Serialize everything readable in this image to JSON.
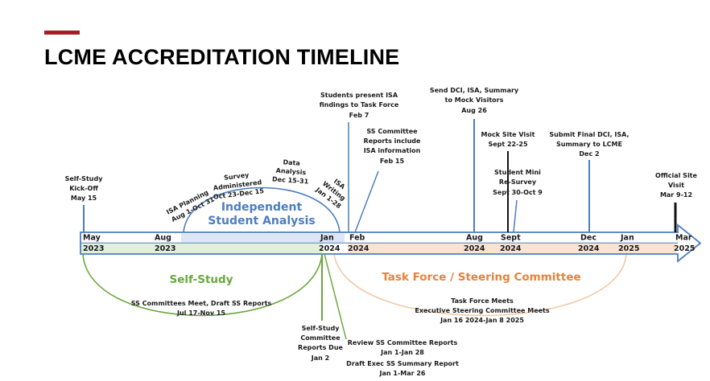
{
  "title": "LCME ACCREDITATION TIMELINE",
  "colors": {
    "accent": "#a51c24",
    "blue": "#4d7dbf",
    "green": "#6aa83f",
    "orange": "#e8823a",
    "peach": "#fbe3d0",
    "lightgreen": "#e2efd9",
    "lightblue": "#dce6f4"
  },
  "axis": {
    "months": [
      "May",
      "Aug",
      "Jan",
      "Feb",
      "Aug",
      "Sept",
      "Dec",
      "Jan",
      "Mar"
    ],
    "years": [
      "2023",
      "2023",
      "2024",
      "2024",
      "2024",
      "2024",
      "2024",
      "2025",
      "2025"
    ]
  },
  "phases": {
    "isa": [
      "Independent",
      "Student Analysis"
    ],
    "self_study": "Self-Study",
    "task_force": "Task Force / Steering Committee"
  },
  "events": {
    "kickoff": [
      "Self-Study",
      "Kick-Off",
      "May 15"
    ],
    "isa_planning": [
      "ISA Planning",
      "Aug 1-Oct 31"
    ],
    "survey": [
      "Survey",
      "Administered",
      "Oct 23-Dec 15"
    ],
    "data_analysis": [
      "Data",
      "Analysis",
      "Dec 15-31"
    ],
    "isa_writing": [
      "ISA",
      "Writing",
      "Jan 1-28"
    ],
    "students_present": [
      "Students present ISA",
      "findings to Task Force",
      "Feb 7"
    ],
    "ss_committee_reports": [
      "SS Committee",
      "Reports include",
      "ISA information",
      "Feb 15"
    ],
    "send_dci": [
      "Send DCI, ISA, Summary",
      "to Mock Visitors",
      "Aug 26"
    ],
    "mock_site": [
      "Mock Site Visit",
      "Sept 22-25"
    ],
    "student_mini": [
      "Student Mini",
      "Re-Survey",
      "Sept 30-Oct 9"
    ],
    "submit_final": [
      "Submit Final DCI, ISA,",
      "Summary to LCME",
      "Dec 2"
    ],
    "official_site": [
      "Official Site",
      "Visit",
      "Mar 9-12"
    ],
    "ss_meet": [
      "SS Committees Meet, Draft SS Reports",
      "Jul 17-Nov 15"
    ],
    "ss_reports_due": [
      "Self-Study",
      "Committee",
      "Reports Due",
      "Jan 2"
    ],
    "review_ss": [
      "Review SS Committee Reports",
      "Jan 1-Jan 28"
    ],
    "draft_exec": [
      "Draft Exec SS Summary Report",
      "Jan 1-Mar 26"
    ],
    "task_force_meets": [
      "Task Force Meets",
      "Executive Steering Committee Meets",
      "Jan 16 2024-Jan 8 2025"
    ]
  }
}
